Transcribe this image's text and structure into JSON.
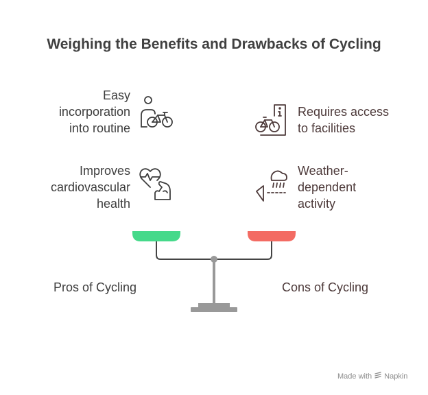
{
  "title": "Weighing the Benefits and Drawbacks of Cycling",
  "pros": {
    "items": [
      {
        "lines": [
          "Easy",
          "incorporation",
          "into routine"
        ],
        "icon": "person-bicycle-icon"
      },
      {
        "lines": [
          "Improves",
          "cardiovascular",
          "health"
        ],
        "icon": "heart-arm-icon"
      }
    ],
    "label": "Pros of Cycling",
    "color": "#45d98a"
  },
  "cons": {
    "items": [
      {
        "lines": [
          "Requires access",
          "to facilities"
        ],
        "icon": "bicycle-info-icon"
      },
      {
        "lines": [
          "Weather-",
          "dependent",
          "activity"
        ],
        "icon": "rain-cloud-icon"
      }
    ],
    "label": "Cons of Cycling",
    "color": "#f36b63"
  },
  "footer": {
    "made_with": "Made with",
    "brand": "Napkin"
  }
}
